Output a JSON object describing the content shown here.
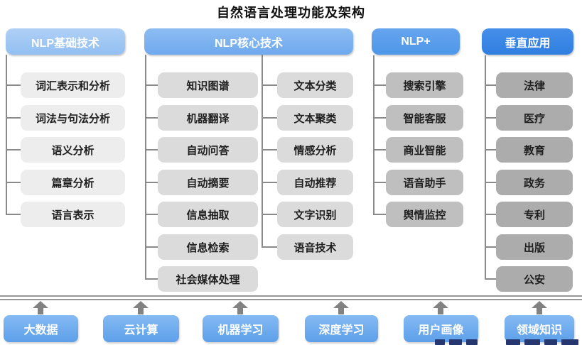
{
  "title": "自然语言处理功能及架构",
  "columns": [
    {
      "header": "NLP基础技术",
      "items": [
        "词汇表示和分析",
        "词法与句法分析",
        "语义分析",
        "篇章分析",
        "语言表示"
      ]
    },
    {
      "header": "NLP核心技术",
      "items_left": [
        "知识图谱",
        "机器翻译",
        "自动问答",
        "自动摘要",
        "信息抽取",
        "信息检索",
        "社会媒体处理"
      ],
      "items_right": [
        "文本分类",
        "文本聚类",
        "情感分析",
        "自动推荐",
        "文字识别",
        "语音技术"
      ]
    },
    {
      "header": "NLP+",
      "items": [
        "搜索引擎",
        "智能客服",
        "商业智能",
        "语音助手",
        "舆情监控"
      ]
    },
    {
      "header": "垂直应用",
      "items": [
        "法律",
        "医疗",
        "教育",
        "政务",
        "专利",
        "出版",
        "公安"
      ]
    }
  ],
  "foundation_items": [
    "大数据",
    "云计算",
    "机器学习",
    "深度学习",
    "用户画像",
    "领域知识"
  ],
  "colors": {
    "header_basic": "#9CC5F3",
    "header_core": "#7EB2F0",
    "header_plus": "#5A9EEB",
    "header_vertical": "#3A86E5",
    "item_col1": "#EDEDED",
    "item_col2": "#DBDBDB",
    "item_col3": "#BFBFBF",
    "item_col4": "#ACACAC",
    "foundation_box": "#6FAAEE",
    "connector": "#8A8A8A",
    "separator": "#979797",
    "watermark": "#25376E"
  }
}
